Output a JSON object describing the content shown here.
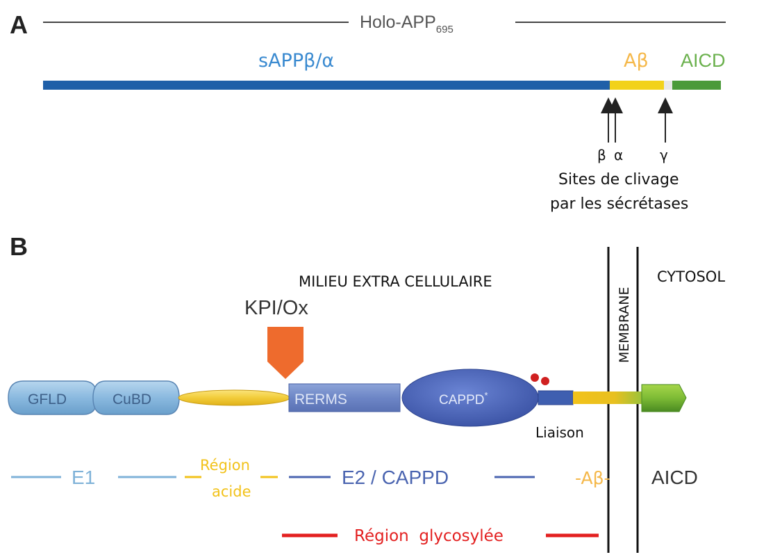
{
  "panel_a": {
    "label": "A",
    "title_main": "Holo-APP",
    "title_sub": "695",
    "seg_sapp": "sAPPβ/α",
    "seg_abeta": "Aβ",
    "seg_aicd": "AICD",
    "arrow_beta": "β",
    "arrow_alpha": "α",
    "arrow_gamma": "γ",
    "sites_line1": "Sites de clivage",
    "sites_line2": "par les sécrétases",
    "colors": {
      "sapp": "#1f5fa8",
      "abeta": "#f2d21a",
      "aicd": "#4a9a3a",
      "sapp_text": "#3a8ad0",
      "abeta_text": "#f5b84a",
      "aicd_text": "#6ab04c"
    }
  },
  "panel_b": {
    "label": "B",
    "extracellular": "MILIEU EXTRA CELLULAIRE",
    "cytosol": "CYTOSOL",
    "membrane": "MEMBRANE",
    "kpi": "KPI/Ox",
    "domains": {
      "gfld": "GFLD",
      "cubd": "CuBD",
      "rerms": "RERMS",
      "cappd": "CAPPD",
      "cappd_mark": "*"
    },
    "liaison": "Liaison",
    "region_e1": "E1",
    "region_acide_1": "Région",
    "region_acide_2": "acide",
    "region_e2": "E2 / CAPPD",
    "region_abeta": "-Aβ-",
    "region_aicd": "AICD",
    "region_glyco": "Région  glycosylée",
    "colors": {
      "e1": "#7fb2d8",
      "acide": "#f2c21a",
      "e2": "#4a64b0",
      "abeta": "#f5b84a",
      "glyco": "#e32020",
      "kpi": "#ee6b2d"
    }
  }
}
